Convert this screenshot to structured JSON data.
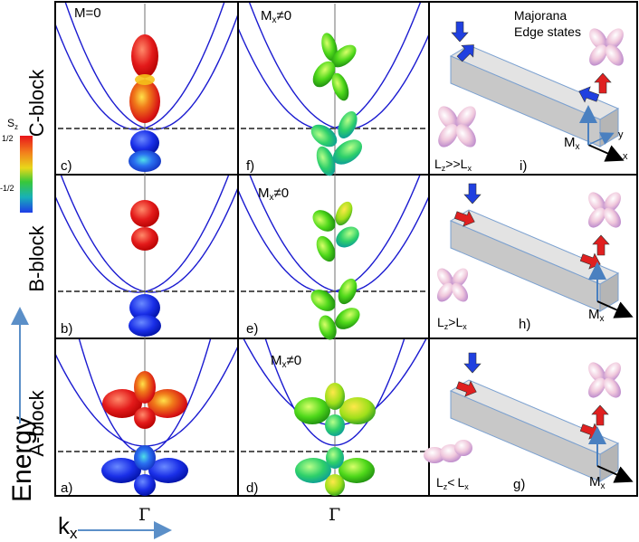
{
  "blocks": {
    "c": "C-block",
    "b": "B-block",
    "a": "A-block"
  },
  "axis": {
    "energy": "Energy",
    "kx_base": "k",
    "kx_sub": "x",
    "gamma": "Γ"
  },
  "colorbar": {
    "label_base": "S",
    "label_sub": "z",
    "max": "1/2",
    "min": "-1/2",
    "colors": [
      "#e8141a",
      "#f2801c",
      "#e8d81a",
      "#38c83a",
      "#18b0b8",
      "#1e3ce8"
    ]
  },
  "panels": {
    "a": "a)",
    "b": "b)",
    "c": "c)",
    "d": "d)",
    "e": "e)",
    "f": "f)",
    "g": "g)",
    "h": "h)",
    "i": "i)"
  },
  "magnetization": {
    "zero": "M=0",
    "base": "M",
    "sub": "x",
    "neq": "≠0"
  },
  "majorana": {
    "line1": "Majorana",
    "line2": "Edge states"
  },
  "lengths": {
    "L": "L",
    "z": "z",
    "x": "x",
    "much_greater": ">>",
    "greater": ">",
    "less": "<"
  },
  "axes3d": {
    "x": "x",
    "y": "y"
  },
  "colors": {
    "band": "#1a1ad0",
    "fermi_line": "#555555",
    "panel_border": "#000000",
    "arrow_blue": "#5b8fc8",
    "spin_red": "#e02020",
    "spin_blue": "#2040e0",
    "wire": "#cfcfcf"
  }
}
